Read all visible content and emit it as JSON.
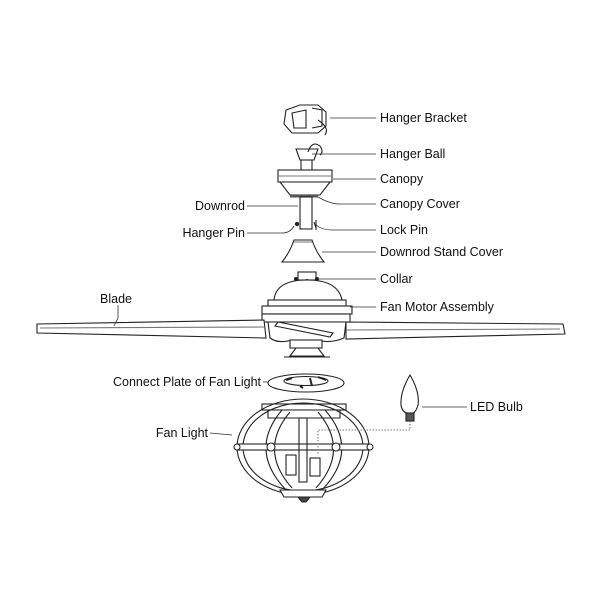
{
  "labels": {
    "hanger_bracket": "Hanger Bracket",
    "hanger_ball": "Hanger Ball",
    "canopy": "Canopy",
    "canopy_cover": "Canopy Cover",
    "downrod": "Downrod",
    "hanger_pin": "Hanger Pin",
    "lock_pin": "Lock Pin",
    "downrod_stand_cover": "Downrod Stand Cover",
    "collar": "Collar",
    "fan_motor_assembly": "Fan Motor Assembly",
    "blade": "Blade",
    "connect_plate": "Connect Plate of Fan Light",
    "led_bulb": "LED Bulb",
    "fan_light": "Fan Light"
  }
}
